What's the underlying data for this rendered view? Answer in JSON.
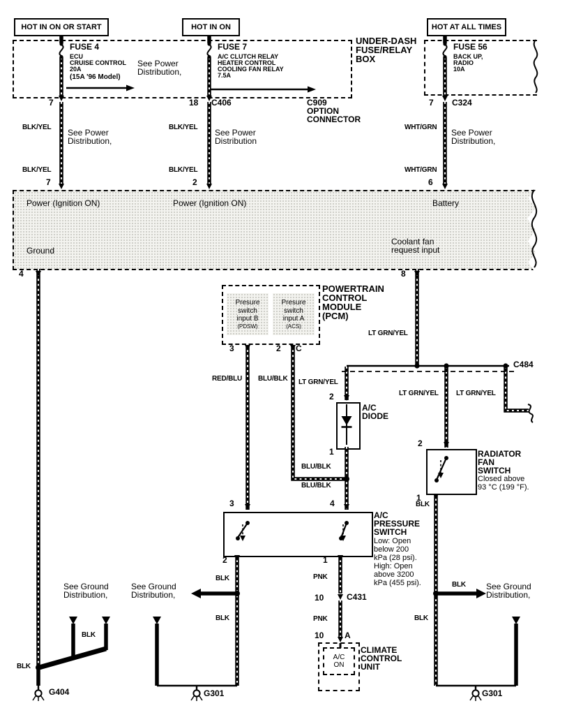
{
  "sources": {
    "s1": "HOT IN ON OR START",
    "s2": "HOT IN ON",
    "s3": "HOT AT ALL TIMES"
  },
  "fusebox": {
    "title": {
      "l1": "UNDER-DASH",
      "l2": "FUSE/RELAY",
      "l3": "BOX"
    },
    "fuse4": {
      "name": "FUSE 4",
      "d1": "ECU",
      "d2": "CRUISE CONTROL",
      "d3": "20A",
      "d4": "(15A '96 Model)"
    },
    "fuse7": {
      "name": "FUSE 7",
      "d1": "A/C CLUTCH RELAY",
      "d2": "HEATER CONTROL",
      "d3": "COOLING FAN RELAY",
      "d4": "7.5A"
    },
    "fuse56": {
      "name": "FUSE 56",
      "d1": "BACK UP,",
      "d2": "RADIO",
      "d3": "10A"
    }
  },
  "notes": {
    "see_power_l1": "See Power",
    "see_power_l2": "Distribution,",
    "see_power_l2_nc": "Distribution",
    "see_ground_l1": "See Ground",
    "see_ground_l2": "Distribution,"
  },
  "connectors": {
    "c406": "C406",
    "c909": "C909",
    "c909_l1": "OPTION",
    "c909_l2": "CONNECTOR",
    "c324": "C324",
    "c484": "C484",
    "c431": "C431"
  },
  "pins": {
    "p7a": "7",
    "p18": "18",
    "p7b": "7",
    "p7c": "7",
    "p2a": "2",
    "p6": "6",
    "p4": "4",
    "p8": "8",
    "pcm3": "3",
    "pcm2": "2",
    "pcmc": "C",
    "d2": "2",
    "d1": "1",
    "r2": "2",
    "r1": "1",
    "ps3": "3",
    "ps4": "4",
    "ps2": "2",
    "ps1": "1",
    "c10a": "10",
    "c10b": "10",
    "ca": "A"
  },
  "wires": {
    "blk_yel": "BLK/YEL",
    "wht_grn": "WHT/GRN",
    "red_blu": "RED/BLU",
    "blu_blk": "BLU/BLK",
    "lt_grn_yel": "LT GRN/YEL",
    "blk": "BLK",
    "pnk": "PNK"
  },
  "unit": {
    "power1": "Power (Ignition ON)",
    "power2": "Power (Ignition ON)",
    "battery": "Battery",
    "ground": "Ground",
    "coolant_l1": "Coolant fan",
    "coolant_l2": "request input"
  },
  "pcm": {
    "l1": "POWERTRAIN",
    "l2": "CONTROL",
    "l3": "MODULE",
    "l4": "(PCM)",
    "inb": {
      "l1": "Presure",
      "l2": "switch",
      "l3": "input B",
      "l4": "(PDSW)"
    },
    "ina": {
      "l1": "Presure",
      "l2": "switch",
      "l3": "input A",
      "l4": "(ACS)"
    }
  },
  "diode": {
    "l1": "A/C",
    "l2": "DIODE"
  },
  "rfs": {
    "l1": "RADIATOR",
    "l2": "FAN",
    "l3": "SWITCH",
    "l4": "Closed above",
    "l5": "93 °C (199 °F)."
  },
  "ps": {
    "l1": "A/C",
    "l2": "PRESSURE",
    "l3": "SWITCH",
    "d1": "Low: Open",
    "d2": "below 200",
    "d3": "kPa (28 psi).",
    "d4": "High: Open",
    "d5": "above 3200",
    "d6": "kPa (455 psi)."
  },
  "ccu": {
    "l1": "CLIMATE",
    "l2": "CONTROL",
    "l3": "UNIT",
    "acl1": "A/C",
    "acl2": "ON"
  },
  "grounds": {
    "g404": "G404",
    "g301a": "G301",
    "g301b": "G301"
  }
}
